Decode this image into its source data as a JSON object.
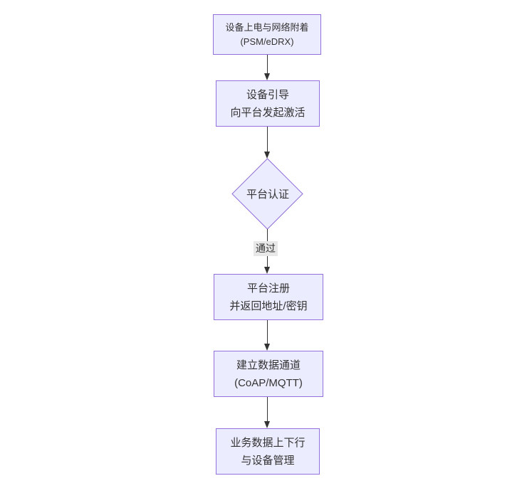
{
  "theme": {
    "background": "#ffffff",
    "node_fill": "#ececff",
    "node_border": "#9370db",
    "text_color": "#333333",
    "arrow_color": "#333333",
    "edge_label_bg": "#e8e8e8"
  },
  "diagram": {
    "type": "flowchart",
    "direction": "top-down"
  },
  "nodes": [
    {
      "name": "device-power-network-attach",
      "shape": "rect",
      "line1": "设备上电与网络附着",
      "line2": "(PSM/eDRX)"
    },
    {
      "name": "device-bootstrap",
      "shape": "rect",
      "line1": "设备引导",
      "line2": "向平台发起激活"
    },
    {
      "name": "platform-auth",
      "shape": "diamond",
      "line1": "平台认证"
    },
    {
      "name": "platform-register",
      "shape": "rect",
      "line1": "平台注册",
      "line2": "并返回地址/密钥"
    },
    {
      "name": "data-channel",
      "shape": "rect",
      "line1": "建立数据通道",
      "line2": "(CoAP/MQTT)"
    },
    {
      "name": "business-data",
      "shape": "rect",
      "line1": "业务数据上下行",
      "line2": "与设备管理"
    }
  ],
  "edges": [
    {
      "from": 0,
      "to": 1,
      "label": ""
    },
    {
      "from": 1,
      "to": 2,
      "label": ""
    },
    {
      "from": 2,
      "to": 3,
      "label": "通过"
    },
    {
      "from": 3,
      "to": 4,
      "label": ""
    },
    {
      "from": 4,
      "to": 5,
      "label": ""
    }
  ]
}
